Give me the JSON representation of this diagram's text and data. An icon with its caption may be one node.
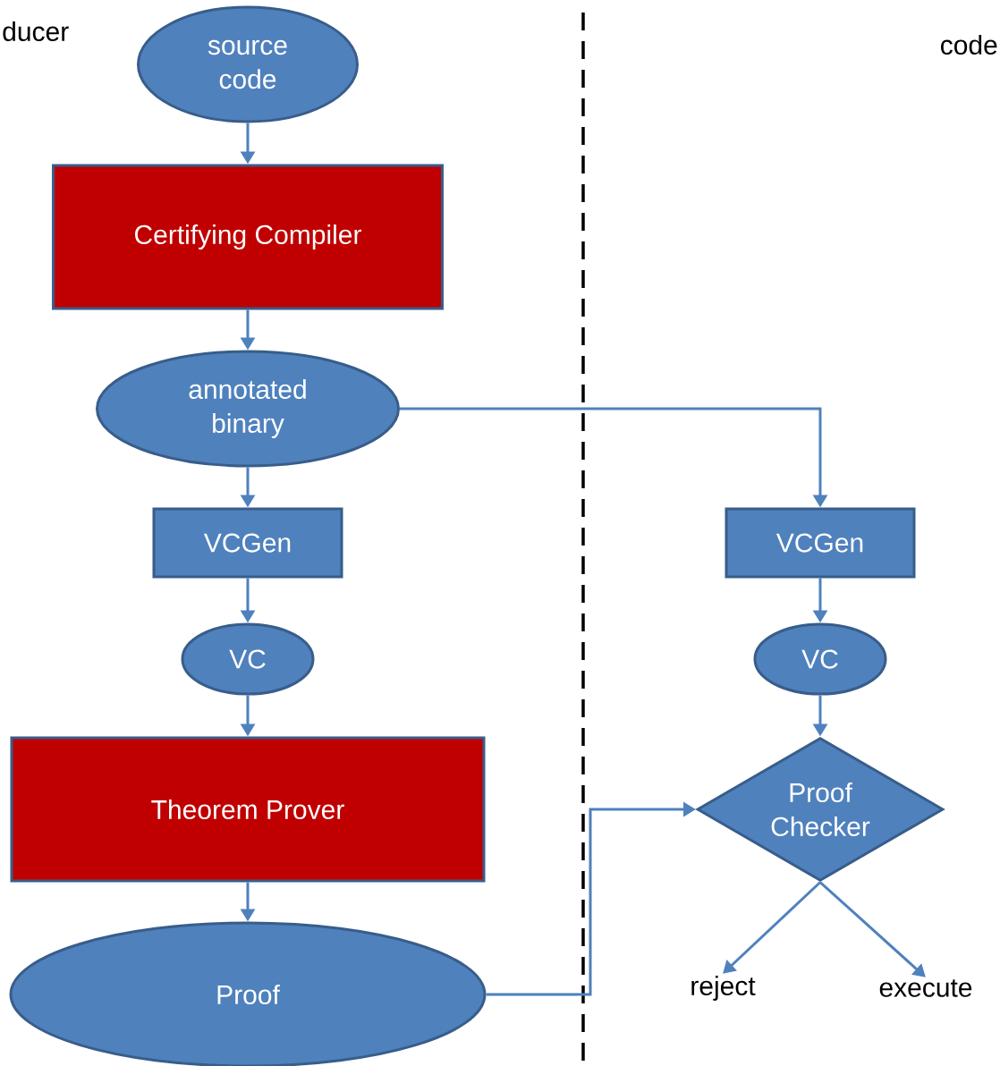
{
  "diagram": {
    "nodes": [
      {
        "text": [
          "source code"
        ]
      },
      {
        "text": [
          "Certifying Compiler"
        ]
      },
      {
        "text": [
          "annotated binary"
        ]
      },
      {
        "text": [
          "VCGen"
        ]
      },
      {
        "text": [
          "VC"
        ]
      },
      {
        "text": [
          "Theorem Prover"
        ]
      },
      {
        "text": [
          "Proof"
        ]
      },
      {
        "text": [
          "VCGen"
        ]
      },
      {
        "text": [
          "VC"
        ]
      },
      {
        "text": [
          "Proof Checker"
        ]
      },
      {
        "text": [
          "reject"
        ]
      },
      {
        "text": [
          "execute"
        ]
      }
    ],
    "edges": [
      {
        "from": 0,
        "to": 1,
        "arrow": "to"
      },
      {
        "from": 1,
        "to": 2,
        "arrow": "to"
      },
      {
        "from": 2,
        "to": 3,
        "arrow": "to"
      },
      {
        "from": 3,
        "to": 4,
        "arrow": "to"
      },
      {
        "from": 4,
        "to": 5,
        "arrow": "to"
      },
      {
        "from": 5,
        "to": 6,
        "arrow": "to"
      },
      {
        "from": 2,
        "to": 7,
        "arrow": "to"
      },
      {
        "from": 7,
        "to": 8,
        "arrow": "to"
      },
      {
        "from": 8,
        "to": 9,
        "arrow": "to"
      },
      {
        "from": 6,
        "to": 9,
        "arrow": "to"
      },
      {
        "from": 9,
        "to": 10,
        "arrow": "to"
      },
      {
        "from": 9,
        "to": 11,
        "arrow": "to"
      }
    ],
    "labels": [
      "ducer",
      "code"
    ]
  }
}
